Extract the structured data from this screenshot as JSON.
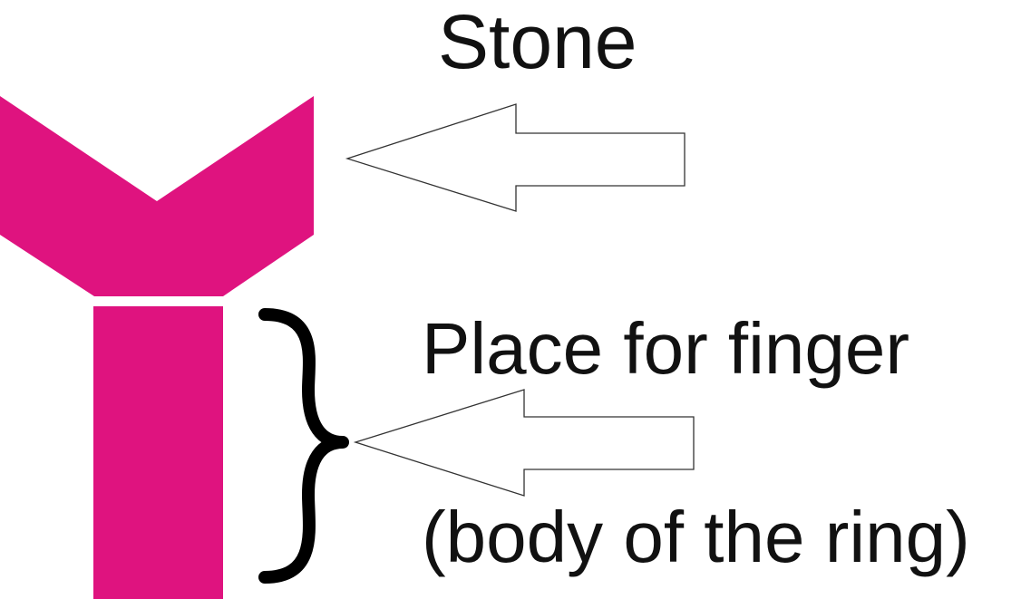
{
  "labels": {
    "stone": "Stone",
    "finger": "Place for finger",
    "body": "(body of the ring)"
  },
  "colors": {
    "ring_fill": "#DF137F",
    "brace": "#000000",
    "arrow_stroke": "#333333",
    "text": "#111111"
  },
  "icons": {
    "stone_arrow": "left-arrow-outline-icon",
    "finger_arrow": "left-arrow-outline-icon",
    "brace": "right-curly-brace-icon"
  }
}
